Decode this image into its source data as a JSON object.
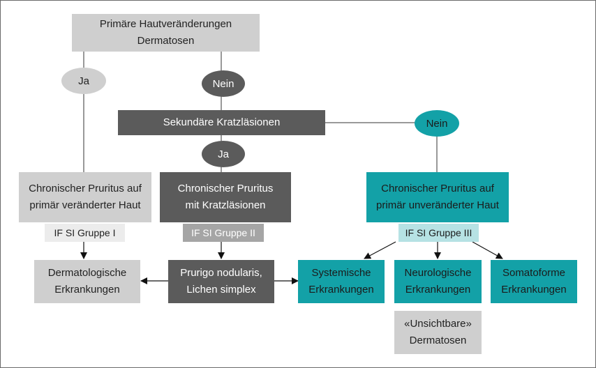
{
  "top": {
    "line1": "Primäre Hautveränderungen",
    "line2": "Dermatosen"
  },
  "oval_ja_left": "Ja",
  "oval_nein_center": "Nein",
  "secondary": "Sekundäre Kratzläsionen",
  "oval_nein_right": "Nein",
  "oval_ja_center": "Ja",
  "left_box": {
    "line1": "Chronischer Pruritus auf",
    "line2": "primär veränderter Haut"
  },
  "center_box": {
    "line1": "Chronischer Pruritus",
    "line2": "mit Kratzläsionen"
  },
  "right_box": {
    "line1": "Chronischer Pruritus auf",
    "line2": "primär unveränderter Haut"
  },
  "tag_group1": "IF SI Gruppe I",
  "tag_group2": "IF SI Gruppe II",
  "tag_group3": "IF SI Gruppe III",
  "dermatologic": {
    "line1": "Dermatologische",
    "line2": "Erkrankungen"
  },
  "prurigo": {
    "line1": "Prurigo nodularis,",
    "line2": "Lichen simplex"
  },
  "systemic": {
    "line1": "Systemische",
    "line2": "Erkrankungen"
  },
  "neurologic": {
    "line1": "Neurologische",
    "line2": "Erkrankungen"
  },
  "somatoform": {
    "line1": "Somatoforme",
    "line2": "Erkrankungen"
  },
  "invisible": {
    "line1": "«Unsichtbare»",
    "line2": "Dermatosen"
  },
  "colors": {
    "light_gray": "#cfcfcf",
    "dark_gray": "#5b5b5b",
    "teal": "#13a1a7",
    "light_teal": "#b6e2e4"
  }
}
